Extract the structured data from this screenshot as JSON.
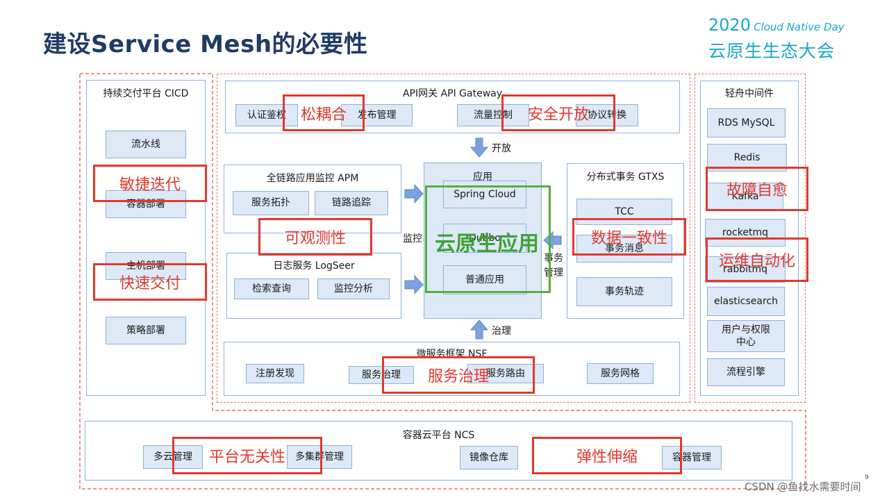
{
  "header": {
    "title": "建设Service Mesh的必要性",
    "brand_year": "2020",
    "brand_event": "Cloud Native Day",
    "brand_cn": "云原生生态大会"
  },
  "cicd": {
    "title": "持续交付平台 CICD",
    "items": [
      "流水线",
      "容器部署",
      "主机部署",
      "策略部署"
    ]
  },
  "gateway": {
    "title": "API网关 API Gateway",
    "items": [
      "认证鉴权",
      "发布管理",
      "流量控制",
      "协议转换"
    ],
    "arrow_label": "开放"
  },
  "apm": {
    "title": "全链路应用监控 APM",
    "items": [
      "服务拓扑",
      "链路追踪"
    ]
  },
  "logseer": {
    "title": "日志服务 LogSeer",
    "items": [
      "检索查询",
      "监控分析"
    ]
  },
  "monitor_label": "监控",
  "app": {
    "title": "应用",
    "items": [
      "Spring Cloud",
      "Dubbo",
      "普通应用"
    ]
  },
  "gtxs": {
    "title": "分布式事务 GTXS",
    "items": [
      "TCC",
      "事务消息",
      "事务轨迹"
    ],
    "side_label_1": "事务",
    "side_label_2": "管理"
  },
  "governance_label": "治理",
  "nsf": {
    "title": "微服务框架 NSF",
    "items": [
      "注册发现",
      "服务治理",
      "服务路由",
      "服务网格"
    ]
  },
  "middleware": {
    "title": "轻舟中间件",
    "items": [
      "RDS MySQL",
      "Redis",
      "Kafka",
      "rocketmq",
      "rabbitmq",
      "elasticsearch",
      "用户与权限中心",
      "流程引擎"
    ]
  },
  "ncs": {
    "title": "容器云平台 NCS",
    "items": [
      "多云管理",
      "多集群管理",
      "镜像仓库",
      "容器管理"
    ]
  },
  "annotations": {
    "agile": "敏捷迭代",
    "fast_delivery": "快速交付",
    "loose_coupling": "松耦合",
    "secure_open": "安全开放",
    "observability": "可观测性",
    "cloud_native_app": "云原生应用",
    "consistency": "数据一致性",
    "fault_healing": "故障自愈",
    "ops_automation": "运维自动化",
    "service_governance": "服务治理",
    "platform_agnostic": "平台无关性",
    "elastic_scaling": "弹性伸缩"
  },
  "footer": {
    "watermark": "CSDN @鱼找水需要时间",
    "page_number": "9"
  },
  "colors": {
    "title": "#1f3b66",
    "brand": "#19a7c7",
    "highlight_red": "#e0392d",
    "highlight_green": "#54b03a",
    "box_fill": "#dde9f7",
    "box_border": "#8db1da",
    "dashed": "#e4736a",
    "arrow": "#7aa3e0"
  }
}
